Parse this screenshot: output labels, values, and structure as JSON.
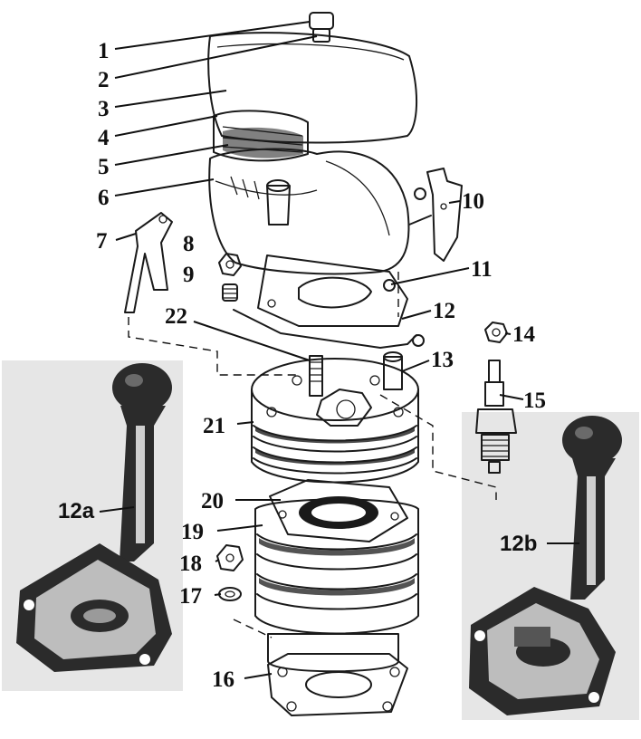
{
  "labels": {
    "l1": "1",
    "l2": "2",
    "l3": "3",
    "l4": "4",
    "l5": "5",
    "l6": "6",
    "l7": "7",
    "l8": "8",
    "l9": "9",
    "l10": "10",
    "l11": "11",
    "l12": "12",
    "l13": "13",
    "l14": "14",
    "l15": "15",
    "l16": "16",
    "l17": "17",
    "l18": "18",
    "l19": "19",
    "l20": "20",
    "l21": "21",
    "l22": "22",
    "l12a": "12a",
    "l12b": "12b"
  }
}
